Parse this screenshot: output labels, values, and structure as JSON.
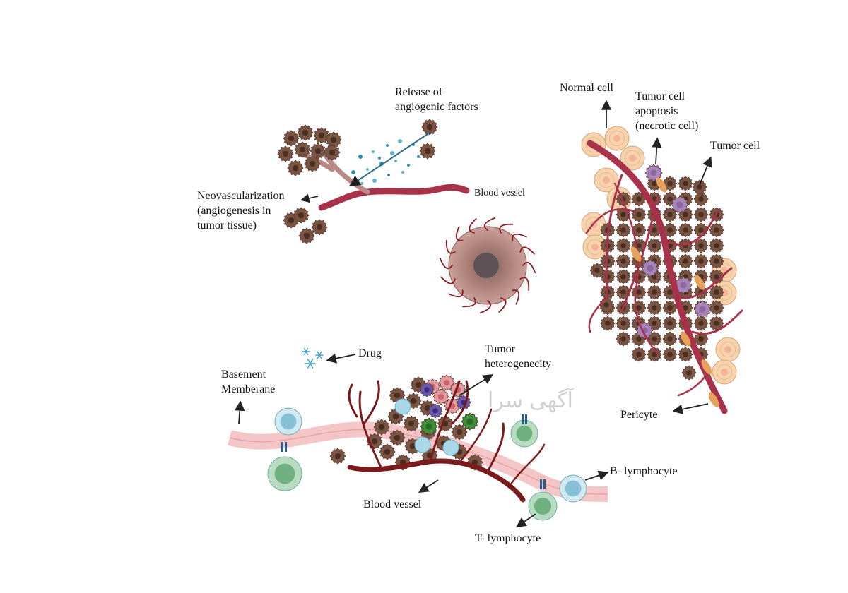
{
  "labels": {
    "release": "Release of\nangiogenic factors",
    "blood_vessel_top": "Blood vessel",
    "neovascularization": "Neovascularization\n(angiogenesis in\ntumor tissue)",
    "normal_cell": "Normal cell",
    "apoptosis": "Tumor cell\napoptosis\n(necrotic cell)",
    "tumor_cell": "Tumor cell",
    "pericyte": "Pericyte",
    "drug": "Drug",
    "basement": "Basement\nMemberane",
    "heterogeneity": "Tumor\nheterogenecity",
    "blood_vessel_bottom": "Blood vessel",
    "b_lymphocyte": "B- lymphocyte",
    "t_lymphocyte": "T- lymphocyte"
  },
  "watermark": "آگهی سرا",
  "colors": {
    "tumor_cell": "#7a5443",
    "tumor_nucleus": "#4a2e22",
    "vessel": "#a8324a",
    "vessel_dark": "#7a1a1a",
    "normal_cell": "#f6d2ad",
    "necrotic_cell": "#a784b8",
    "pericyte": "#e8a15a",
    "membrane": "#f4c6c8",
    "b_cell": "#a9d8e8",
    "t_cell": "#8fc79c",
    "drug": "#3aa0c8",
    "arrow": "#222222"
  }
}
